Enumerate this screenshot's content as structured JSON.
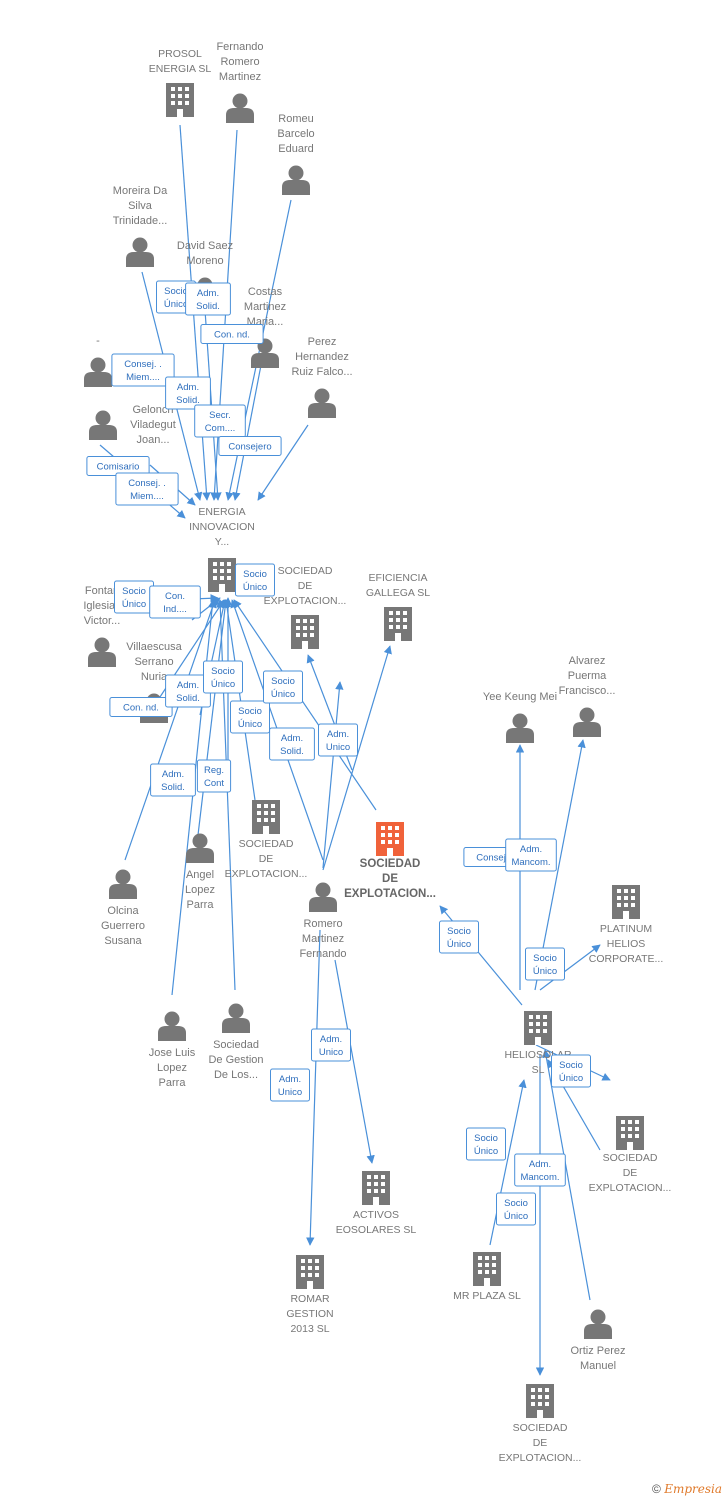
{
  "nodes": [
    {
      "id": "prosol",
      "type": "company",
      "label": [
        "PROSOL",
        "ENERGIA  SL"
      ]
    },
    {
      "id": "fernando_rm",
      "type": "person",
      "label": [
        "Fernando",
        "Romero",
        "Martinez"
      ]
    },
    {
      "id": "romeu",
      "type": "person",
      "label": [
        "Romeu",
        "Barcelo",
        "Eduard"
      ]
    },
    {
      "id": "moreira",
      "type": "person",
      "label": [
        "Moreira Da",
        "Silva",
        "Trinidade..."
      ]
    },
    {
      "id": "david",
      "type": "person",
      "label": [
        "David Saez",
        "Moreno"
      ]
    },
    {
      "id": "costas",
      "type": "person",
      "label": [
        "Costas",
        "Martinez",
        "Maria..."
      ]
    },
    {
      "id": "perez_h",
      "type": "person",
      "label": [
        "Perez",
        "Hernandez",
        "Ruiz Falco..."
      ]
    },
    {
      "id": "dash",
      "type": "person",
      "label": [
        "-"
      ]
    },
    {
      "id": "gelonch",
      "type": "person",
      "label": [
        "Gelonch",
        "Viladegut",
        "Joan..."
      ]
    },
    {
      "id": "energia",
      "type": "company",
      "label": [
        "ENERGIA",
        "INNOVACION",
        "Y..."
      ]
    },
    {
      "id": "fontan",
      "type": "person",
      "label": [
        "Fontan",
        "Iglesias",
        "Victor..."
      ]
    },
    {
      "id": "villaescusa",
      "type": "person",
      "label": [
        "Villaescusa",
        "Serrano",
        "Nuria"
      ]
    },
    {
      "id": "soc_expl_1",
      "type": "company",
      "label": [
        "SOCIEDAD",
        "DE",
        "EXPLOTACION..."
      ]
    },
    {
      "id": "eficiencia",
      "type": "company",
      "label": [
        "EFICIENCIA",
        "GALLEGA SL"
      ]
    },
    {
      "id": "yee",
      "type": "person",
      "label": [
        "Yee Keung Mei"
      ]
    },
    {
      "id": "alvarez",
      "type": "person",
      "label": [
        "Alvarez",
        "Puerma",
        "Francisco..."
      ]
    },
    {
      "id": "soc_expl_2",
      "type": "company",
      "label": [
        "SOCIEDAD",
        "DE",
        "EXPLOTACION..."
      ]
    },
    {
      "id": "main",
      "type": "company",
      "main": true,
      "label": [
        "SOCIEDAD",
        "DE",
        "EXPLOTACION..."
      ]
    },
    {
      "id": "angel",
      "type": "person",
      "label": [
        "Angel",
        "Lopez",
        "Parra"
      ]
    },
    {
      "id": "olcina",
      "type": "person",
      "label": [
        "Olcina",
        "Guerrero",
        "Susana"
      ]
    },
    {
      "id": "romero_mf",
      "type": "person",
      "label": [
        "Romero",
        "Martinez",
        "Fernando"
      ]
    },
    {
      "id": "platinum",
      "type": "company",
      "label": [
        "PLATINUM",
        "HELIOS",
        "CORPORATE..."
      ]
    },
    {
      "id": "jose_luis",
      "type": "person",
      "label": [
        "Jose Luis",
        "Lopez",
        "Parra"
      ]
    },
    {
      "id": "soc_gestion",
      "type": "person",
      "label": [
        "Sociedad",
        "De Gestion",
        "De Los..."
      ]
    },
    {
      "id": "heliosolar",
      "type": "company",
      "label": [
        "HELIOSOLAR",
        "SL"
      ]
    },
    {
      "id": "soc_expl_3",
      "type": "company",
      "label": [
        "SOCIEDAD",
        "DE",
        "EXPLOTACION..."
      ]
    },
    {
      "id": "activos",
      "type": "company",
      "label": [
        "ACTIVOS",
        "EOSOLARES SL"
      ]
    },
    {
      "id": "mr_plaza",
      "type": "company",
      "label": [
        "MR PLAZA SL"
      ]
    },
    {
      "id": "romar",
      "type": "company",
      "label": [
        "ROMAR",
        "GESTION",
        "2013  SL"
      ]
    },
    {
      "id": "ortiz",
      "type": "person",
      "label": [
        "Ortiz Perez",
        "Manuel"
      ]
    },
    {
      "id": "soc_expl_4",
      "type": "company",
      "label": [
        "SOCIEDAD",
        "DE",
        "EXPLOTACION..."
      ]
    }
  ],
  "edge_labels": [
    [
      "Socio",
      "Único"
    ],
    [
      "Adm.",
      "Solid."
    ],
    [
      "Con.  nd."
    ],
    [
      "Consej. .",
      "Miem...."
    ],
    [
      "Adm.",
      "Solid."
    ],
    [
      "Secr.",
      "Com...."
    ],
    [
      "Consejero"
    ],
    [
      "Comisario"
    ],
    [
      "Consej. .",
      "Miem...."
    ],
    [
      "Socio",
      "Único"
    ],
    [
      "Socio",
      "Único"
    ],
    [
      "Con.",
      "Ind...."
    ],
    [
      "Con.  nd."
    ],
    [
      "Adm.",
      "Solid."
    ],
    [
      "Socio",
      "Único"
    ],
    [
      "Socio",
      "Único"
    ],
    [
      "Socio",
      "Único"
    ],
    [
      "Adm.",
      "Solid."
    ],
    [
      "Adm.",
      "Unico"
    ],
    [
      "Adm.",
      "Solid."
    ],
    [
      "Reg.",
      "Cont"
    ],
    [
      "Consej. ."
    ],
    [
      "Adm.",
      "Mancom."
    ],
    [
      "Socio",
      "Único"
    ],
    [
      "Socio",
      "Único"
    ],
    [
      "Socio",
      "Único"
    ],
    [
      "Adm.",
      "Unico"
    ],
    [
      "Adm.",
      "Unico"
    ],
    [
      "Socio",
      "Único"
    ],
    [
      "Adm.",
      "Mancom."
    ],
    [
      "Socio",
      "Único"
    ]
  ],
  "colors": {
    "edge": "#4a90d9",
    "node": "#777777",
    "main_node": "#f0623a",
    "label": "#777777"
  },
  "footer": {
    "copyright": "©",
    "brand": "Empresia"
  }
}
